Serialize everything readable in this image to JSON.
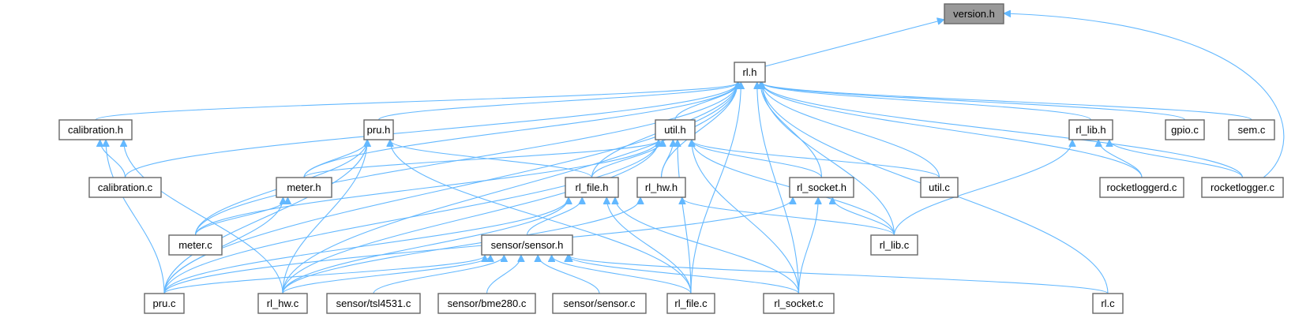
{
  "diagram": {
    "type": "include-dependency-graph",
    "edge_color": "#63b8ff",
    "root_fill": "#999999",
    "node_fill": "#ffffff",
    "node_border": "#666666",
    "nodes": [
      {
        "id": "version_h",
        "label": "version.h",
        "root": true
      },
      {
        "id": "rl_h",
        "label": "rl.h"
      },
      {
        "id": "calibration_h",
        "label": "calibration.h"
      },
      {
        "id": "pru_h",
        "label": "pru.h"
      },
      {
        "id": "util_h",
        "label": "util.h"
      },
      {
        "id": "rl_lib_h",
        "label": "rl_lib.h"
      },
      {
        "id": "gpio_c",
        "label": "gpio.c"
      },
      {
        "id": "sem_c",
        "label": "sem.c"
      },
      {
        "id": "calibration_c",
        "label": "calibration.c"
      },
      {
        "id": "meter_h",
        "label": "meter.h"
      },
      {
        "id": "rl_file_h",
        "label": "rl_file.h"
      },
      {
        "id": "rl_hw_h",
        "label": "rl_hw.h"
      },
      {
        "id": "rl_socket_h",
        "label": "rl_socket.h"
      },
      {
        "id": "util_c",
        "label": "util.c"
      },
      {
        "id": "rocketloggerd_c",
        "label": "rocketloggerd.c"
      },
      {
        "id": "rocketlogger_c",
        "label": "rocketlogger.c"
      },
      {
        "id": "meter_c",
        "label": "meter.c"
      },
      {
        "id": "sensor_h",
        "label": "sensor/sensor.h"
      },
      {
        "id": "rl_lib_c",
        "label": "rl_lib.c"
      },
      {
        "id": "pru_c",
        "label": "pru.c"
      },
      {
        "id": "rl_hw_c",
        "label": "rl_hw.c"
      },
      {
        "id": "tsl4531_c",
        "label": "sensor/tsl4531.c"
      },
      {
        "id": "bme280_c",
        "label": "sensor/bme280.c"
      },
      {
        "id": "sensor_c",
        "label": "sensor/sensor.c"
      },
      {
        "id": "rl_file_c",
        "label": "rl_file.c"
      },
      {
        "id": "rl_socket_c",
        "label": "rl_socket.c"
      },
      {
        "id": "rl_c",
        "label": "rl.c"
      }
    ],
    "edges": [
      [
        "rl_h",
        "version_h"
      ],
      [
        "rocketlogger_c",
        "version_h"
      ],
      [
        "calibration_h",
        "rl_h"
      ],
      [
        "pru_h",
        "rl_h"
      ],
      [
        "util_h",
        "rl_h"
      ],
      [
        "rl_lib_h",
        "rl_h"
      ],
      [
        "gpio_c",
        "rl_h"
      ],
      [
        "sem_c",
        "rl_h"
      ],
      [
        "calibration_c",
        "rl_h"
      ],
      [
        "meter_h",
        "rl_h"
      ],
      [
        "rl_file_h",
        "rl_h"
      ],
      [
        "rl_hw_h",
        "rl_h"
      ],
      [
        "rl_socket_h",
        "rl_h"
      ],
      [
        "util_c",
        "rl_h"
      ],
      [
        "rocketloggerd_c",
        "rl_h"
      ],
      [
        "rocketlogger_c",
        "rl_h"
      ],
      [
        "meter_c",
        "rl_h"
      ],
      [
        "rl_lib_c",
        "rl_h"
      ],
      [
        "pru_c",
        "rl_h"
      ],
      [
        "rl_hw_c",
        "rl_h"
      ],
      [
        "rl_file_c",
        "rl_h"
      ],
      [
        "rl_socket_c",
        "rl_h"
      ],
      [
        "rl_c",
        "rl_h"
      ],
      [
        "calibration_c",
        "calibration_h"
      ],
      [
        "pru_c",
        "calibration_h"
      ],
      [
        "rl_hw_c",
        "calibration_h"
      ],
      [
        "meter_h",
        "pru_h"
      ],
      [
        "rl_file_h",
        "pru_h"
      ],
      [
        "meter_c",
        "pru_h"
      ],
      [
        "pru_c",
        "pru_h"
      ],
      [
        "rl_hw_c",
        "pru_h"
      ],
      [
        "rl_file_c",
        "pru_h"
      ],
      [
        "meter_h",
        "util_h"
      ],
      [
        "rl_file_h",
        "util_h"
      ],
      [
        "rl_hw_h",
        "util_h"
      ],
      [
        "rl_socket_h",
        "util_h"
      ],
      [
        "util_c",
        "util_h"
      ],
      [
        "meter_c",
        "util_h"
      ],
      [
        "rl_lib_c",
        "util_h"
      ],
      [
        "pru_c",
        "util_h"
      ],
      [
        "rl_hw_c",
        "util_h"
      ],
      [
        "rl_file_c",
        "util_h"
      ],
      [
        "rl_socket_c",
        "util_h"
      ],
      [
        "rocketloggerd_c",
        "rl_lib_h"
      ],
      [
        "rocketlogger_c",
        "rl_lib_h"
      ],
      [
        "rl_lib_c",
        "rl_lib_h"
      ],
      [
        "meter_c",
        "meter_h"
      ],
      [
        "pru_c",
        "meter_h"
      ],
      [
        "sensor_h",
        "rl_file_h"
      ],
      [
        "pru_c",
        "rl_file_h"
      ],
      [
        "rl_hw_c",
        "rl_file_h"
      ],
      [
        "rl_file_c",
        "rl_file_h"
      ],
      [
        "rl_socket_c",
        "rl_file_h"
      ],
      [
        "rl_hw_c",
        "rl_hw_h"
      ],
      [
        "rl_lib_c",
        "rl_hw_h"
      ],
      [
        "rl_lib_c",
        "rl_socket_h"
      ],
      [
        "rl_socket_c",
        "rl_socket_h"
      ],
      [
        "pru_c",
        "rl_socket_h"
      ],
      [
        "pru_c",
        "sensor_h"
      ],
      [
        "rl_hw_c",
        "sensor_h"
      ],
      [
        "tsl4531_c",
        "sensor_h"
      ],
      [
        "bme280_c",
        "sensor_h"
      ],
      [
        "sensor_c",
        "sensor_h"
      ],
      [
        "rl_file_c",
        "sensor_h"
      ],
      [
        "rl_socket_c",
        "sensor_h"
      ],
      [
        "rl_c",
        "sensor_h"
      ]
    ]
  }
}
